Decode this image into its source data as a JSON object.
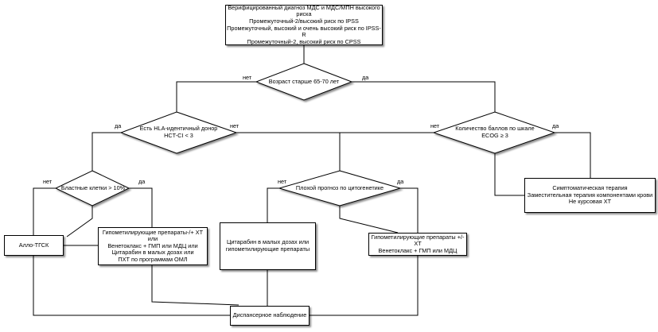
{
  "nodes": {
    "verified": {
      "lines": [
        "Верифицированный диагноз МДС и МДС/МПН высокого риска",
        "Промежуточный-2/высокий риск по IPSS",
        "Промежуточный, высокий и очень высокий риск по IPSS-R",
        "Промежуточный-2, высокий  риск по CPSS"
      ]
    },
    "age": {
      "lines": [
        "Возраст старше 65-70 лет"
      ]
    },
    "hla": {
      "lines": [
        "Есть HLA-идентичный донор",
        "HCT-CI < 3"
      ]
    },
    "ecog": {
      "lines": [
        "Количество баллов по шкале",
        "ECOG ≥ 3"
      ]
    },
    "blasts": {
      "lines": [
        "Бластные клетки > 10%"
      ]
    },
    "cyto": {
      "lines": [
        "Плохой прогноз по цитогенетике"
      ]
    },
    "allo": {
      "lines": [
        "Алло-ТГСК"
      ]
    },
    "hypo_left": {
      "lines": [
        "Гипометилирующие препараты-/+ ХТ или",
        "Венетоклакс + ГМП или МДЦ или",
        "Цитарабин в малых дозах  или",
        "ПХТ по программам ОМЛ"
      ]
    },
    "cytarabine": {
      "lines": [
        "Цитарабин в малых дозах  или",
        "гипометилирующие препараты"
      ]
    },
    "hypo_right": {
      "lines": [
        "Гипометилирующие препараты +/- ХТ",
        "Венетоклакс + ГМП или МДЦ"
      ]
    },
    "symptomatic": {
      "lines": [
        "Симптоматическая терапия",
        "Заместительная терапия компонентами крови",
        "Не курсовая ХТ"
      ]
    },
    "followup": {
      "lines": [
        "Диспансерное наблюдение"
      ]
    }
  },
  "edge_labels": {
    "age_no": "нет",
    "age_yes": "да",
    "hla_yes": "да",
    "hla_no": "нет",
    "ecog_no": "нет",
    "ecog_yes": "да",
    "blasts_no": "нет",
    "blasts_yes": "да",
    "cyto_no": "нет",
    "cyto_yes": "да"
  }
}
